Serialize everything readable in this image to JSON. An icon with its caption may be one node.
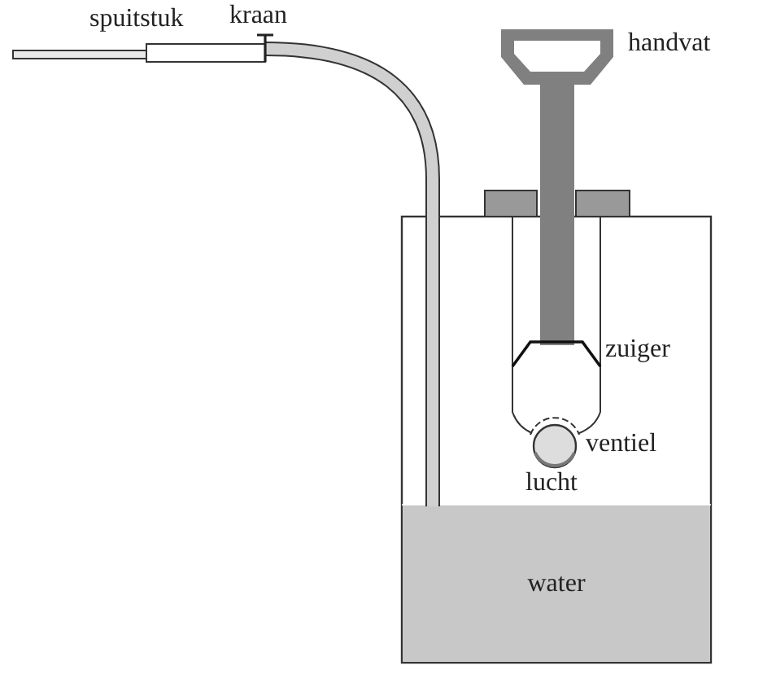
{
  "diagram": {
    "nodes": [
      {
        "text": [
          "water"
        ]
      }
    ],
    "labels": [
      "spuitstuk",
      "kraan",
      "handvat",
      "zuiger",
      "ventiel",
      "lucht"
    ]
  }
}
